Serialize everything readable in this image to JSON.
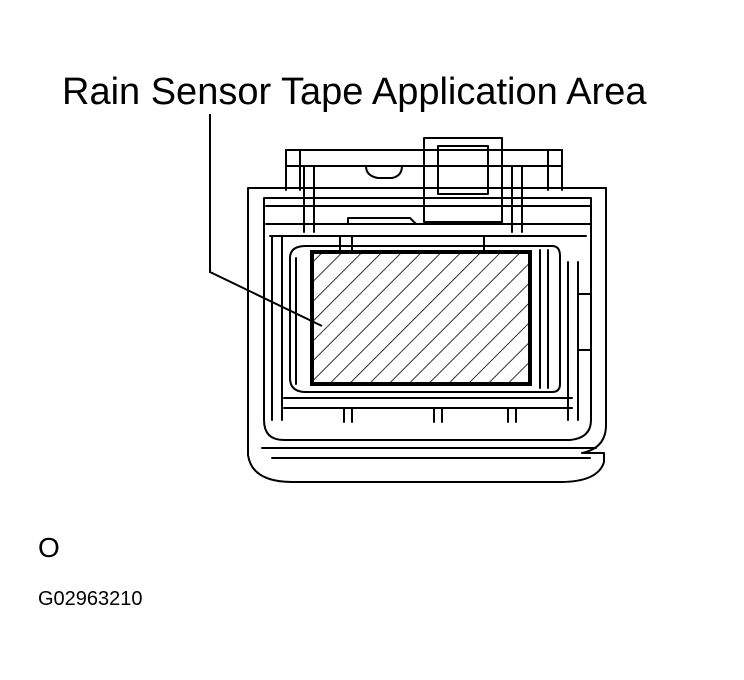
{
  "callout": {
    "label": "Rain Sensor Tape Application Area"
  },
  "view_marker": "O",
  "figure_code": "G02963210",
  "colors": {
    "line": "#000000",
    "background": "#ffffff"
  }
}
